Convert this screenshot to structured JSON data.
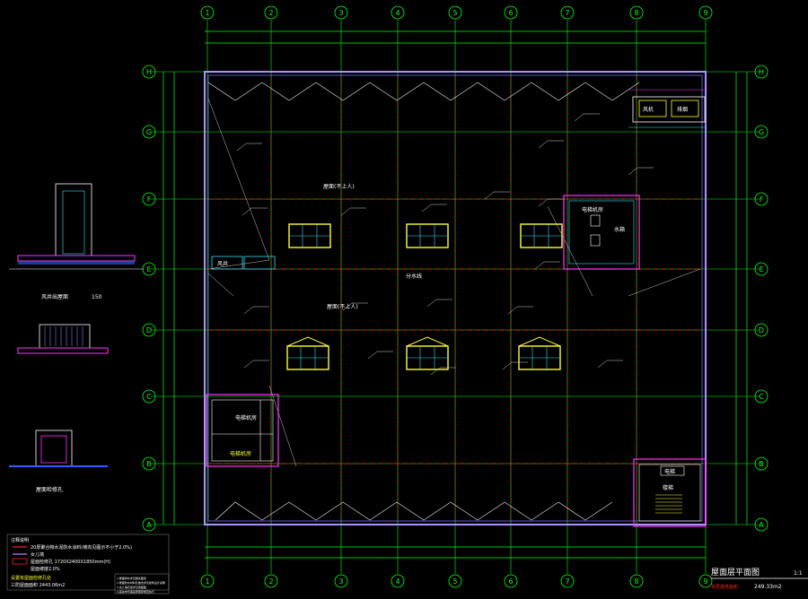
{
  "drawing": {
    "grid_cols": [
      "1",
      "2",
      "3",
      "4",
      "5",
      "6",
      "7",
      "8",
      "9"
    ],
    "grid_rows": [
      "H",
      "G",
      "F",
      "E",
      "D",
      "C",
      "B",
      "A"
    ],
    "room_labels": [
      {
        "key": "roof_upper",
        "text": "屋面(不上人)"
      },
      {
        "key": "roof_mid",
        "text": "屋面(不上人)"
      },
      {
        "key": "divide",
        "text": "分水线"
      },
      {
        "key": "machine_room",
        "text": "电梯机房"
      },
      {
        "key": "machine_room_2",
        "text": "电梯机房"
      },
      {
        "key": "elevator",
        "text": "电梯机房"
      },
      {
        "key": "stair",
        "text": "楼梯"
      },
      {
        "key": "fan",
        "text": "风机"
      },
      {
        "key": "fan2",
        "text": "排烟"
      },
      {
        "key": "water_tank",
        "text": "水箱"
      },
      {
        "key": "elev_shaft",
        "text": "电梯"
      },
      {
        "key": "exhaust",
        "text": "风井"
      }
    ],
    "title_block": {
      "title": "屋面层平面图",
      "scale": "1:1",
      "subtitle": "本层建筑面积",
      "area": "249.33m2"
    },
    "detail_titles": [
      "风井出屋面",
      "150",
      "屋面检修孔"
    ],
    "legend": {
      "header": "注释说明",
      "items": [
        "20厚聚合物水泥防水涂料(坡向见图示不小于2.0%)",
        "女儿墙",
        "屋面检修孔 1720X2400X1850mm(H)",
        "屋面坡度2.0%"
      ],
      "footer": [
        "设置有屋面检修孔处",
        "三防屋面面积 2443.06m2"
      ]
    },
    "notes": [
      "1.屋面排水详见相关图纸",
      "2.屋面防水材料及做法详见建筑设计说明",
      "3.女儿墙高度详见剖面图",
      "4.其余未尽事宜按国家规范执行"
    ],
    "colors": {
      "grid": "#00ff00",
      "axis_red": "#ff2020",
      "wall": "#b090ff",
      "skylight": "#ffff33",
      "cyan": "#33e0ff",
      "white": "#e8e8e8",
      "magenta": "#ff33ff"
    }
  }
}
